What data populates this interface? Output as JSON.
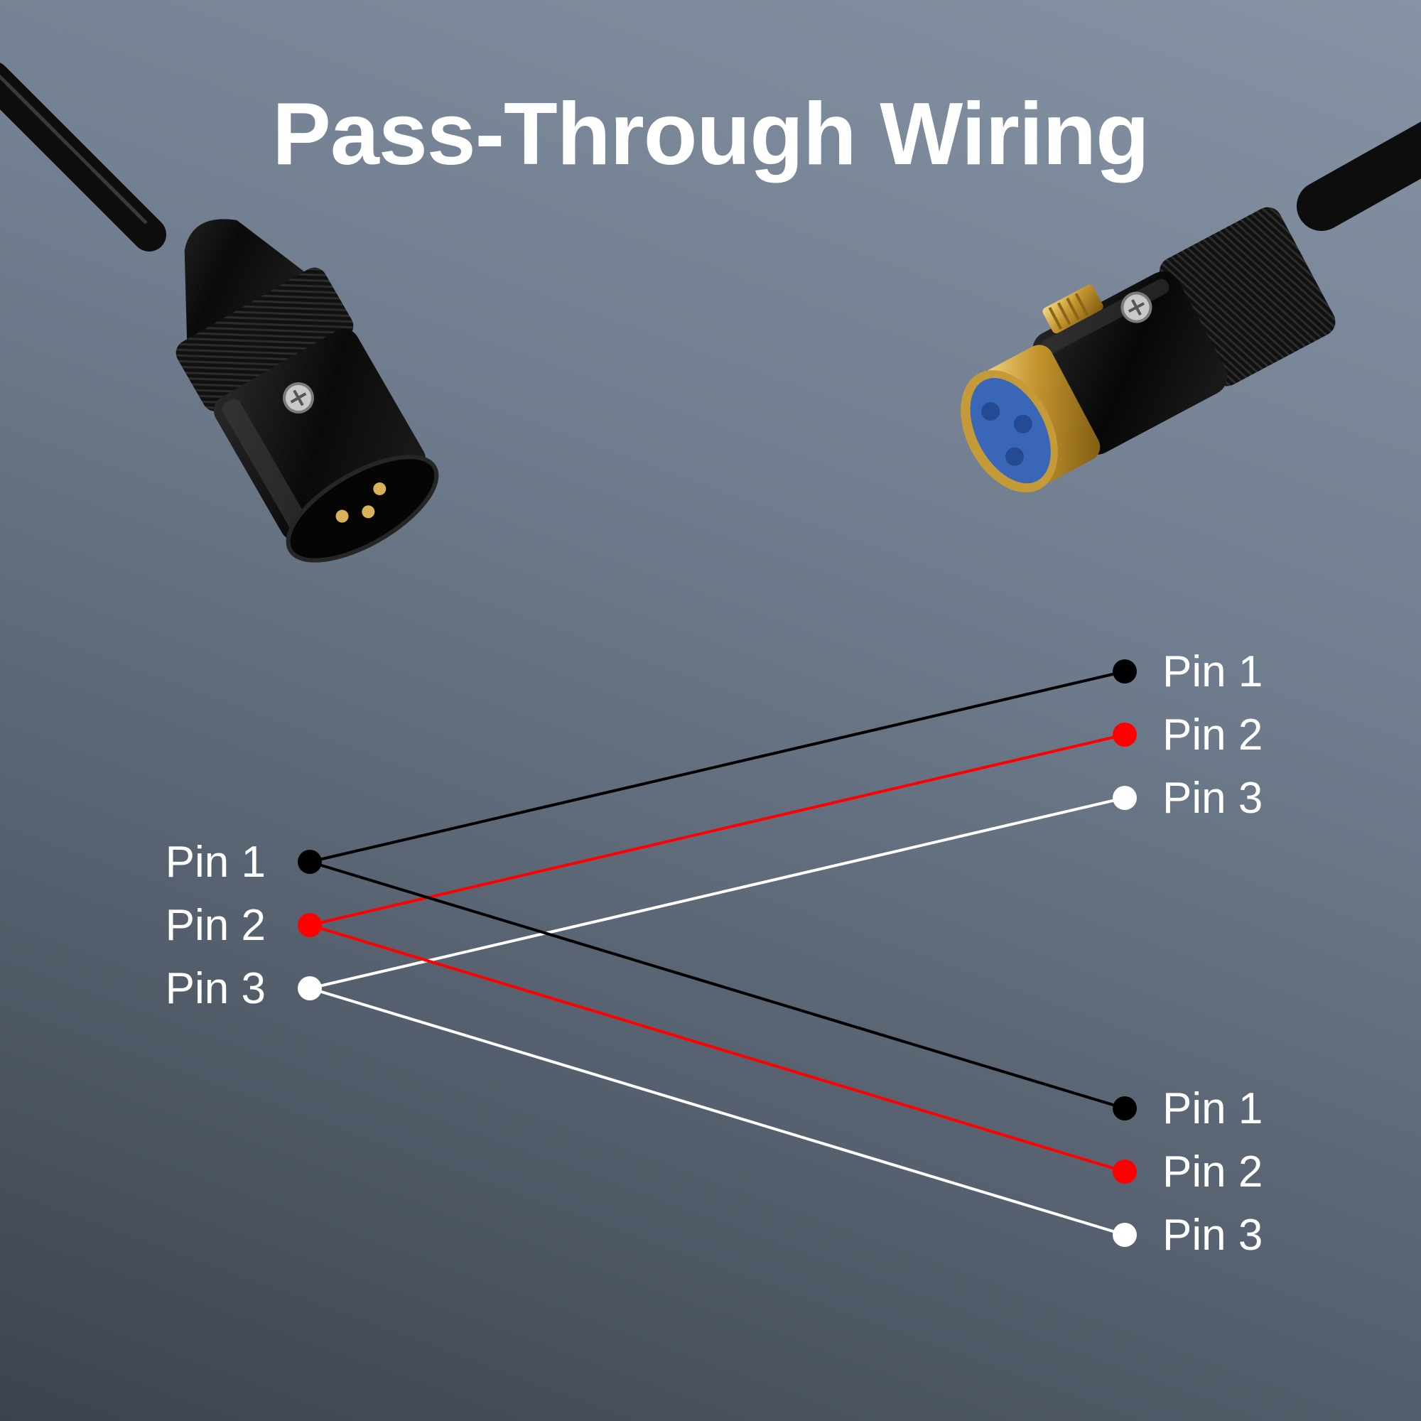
{
  "title": "Pass-Through Wiring",
  "connectors": {
    "male": {
      "pins": 3,
      "icon": "xlr-male-connector-icon"
    },
    "female": {
      "pins": 3,
      "icon": "xlr-female-connector-icon"
    }
  },
  "source": {
    "pins": [
      {
        "label": "Pin 1",
        "color": "#000000"
      },
      {
        "label": "Pin 2",
        "color": "#ff0000"
      },
      {
        "label": "Pin 3",
        "color": "#ffffff"
      }
    ]
  },
  "outputs": [
    {
      "pins": [
        {
          "label": "Pin 1",
          "color": "#000000"
        },
        {
          "label": "Pin 2",
          "color": "#ff0000"
        },
        {
          "label": "Pin 3",
          "color": "#ffffff"
        }
      ]
    },
    {
      "pins": [
        {
          "label": "Pin 1",
          "color": "#000000"
        },
        {
          "label": "Pin 2",
          "color": "#ff0000"
        },
        {
          "label": "Pin 3",
          "color": "#ffffff"
        }
      ]
    }
  ]
}
